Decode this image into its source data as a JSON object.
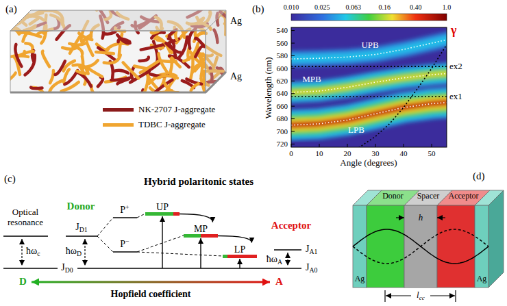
{
  "diagram": {
    "nodes": [
      {
        "text": [
          "UP"
        ]
      },
      {
        "text": [
          "MP"
        ]
      },
      {
        "text": [
          "LP"
        ]
      },
      {
        "text": [
          "Ag"
        ]
      },
      {
        "text": [
          "Donor"
        ]
      },
      {
        "text": [
          "Spacer"
        ]
      },
      {
        "text": [
          "Acceptor"
        ]
      },
      {
        "text": [
          "Ag"
        ]
      }
    ],
    "edges": [
      {
        "from": 0,
        "to": 1,
        "arrow": "to"
      },
      {
        "from": 1,
        "to": 2,
        "arrow": "to"
      }
    ],
    "labels": [
      "(a)",
      "Ag",
      "Ag",
      "(b)",
      "0.010",
      "0.025",
      "0.063",
      "0.16",
      "0.40",
      "1.0",
      "540",
      "560",
      "580",
      "600",
      "620",
      "640",
      "660",
      "680",
      "700",
      "720",
      "0",
      "10",
      "20",
      "30",
      "40",
      "50",
      "Wavelength (nm)",
      "Angle (degrees)",
      "UPB",
      "MPB",
      "LPB",
      "γ",
      "ex2",
      "ex1",
      "(c)",
      "Optical resonance",
      "Donor",
      "Hybrid polaritonic states",
      "Acceptor",
      "JD1",
      "JD0",
      "ħωc",
      "ħωD",
      "P+",
      "P−",
      "JA1",
      "JA0",
      "ħωA",
      "D",
      "Hopfield coefficient",
      "A",
      "(d)",
      "h",
      "lcc"
    ],
    "legend": [
      {
        "text": "NK-2707 J-aggregate",
        "color": "#8b1a1a"
      },
      {
        "text": "TDBC J-aggregate",
        "color": "#f0a530"
      }
    ]
  }
}
